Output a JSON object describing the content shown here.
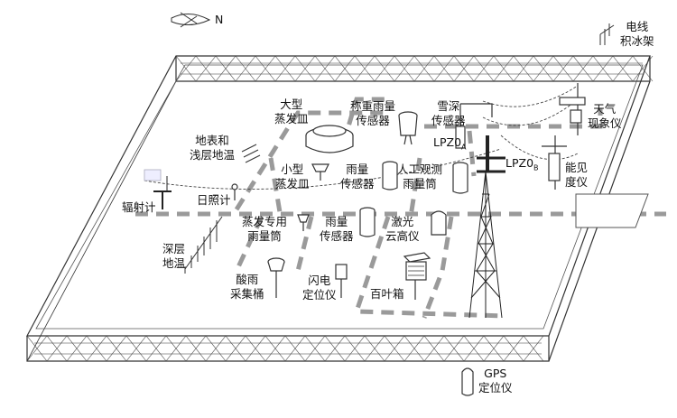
{
  "compass": {
    "north": "N"
  },
  "labels": {
    "power_line_ice_rack": "电线\n积冰架",
    "weather_phenomenon": "天气\n现象仪",
    "visibility": "能见\n度仪",
    "large_evaporation_pan": "大型\n蒸发皿",
    "weighing_rain_sensor": "称重雨量\n传感器",
    "snow_depth_sensor": "雪深\n传感器",
    "lpz0a": "LPZ0",
    "lpz0a_sub": "A",
    "lpz0b": "LPZ0",
    "lpz0b_sub": "B",
    "surface_shallow_soil_temp": "地表和\n浅层地温",
    "small_evaporation_pan": "小型\n蒸发皿",
    "rain_sensor_1": "雨量\n传感器",
    "manual_rain_gauge": "人工观测\n雨量筒",
    "radiometer": "辐射计",
    "sunshine_recorder": "日照计",
    "evaporation_rain_gauge": "蒸发专用\n雨量筒",
    "rain_sensor_2": "雨量\n传感器",
    "laser_ceilometer": "激光\n云高仪",
    "deep_soil_temp": "深层\n地温",
    "acid_rain_collector": "酸雨\n采集桶",
    "lightning_locator": "闪电\n定位仪",
    "louver_box": "百叶箱",
    "gps_locator": "GPS\n定位仪"
  }
}
